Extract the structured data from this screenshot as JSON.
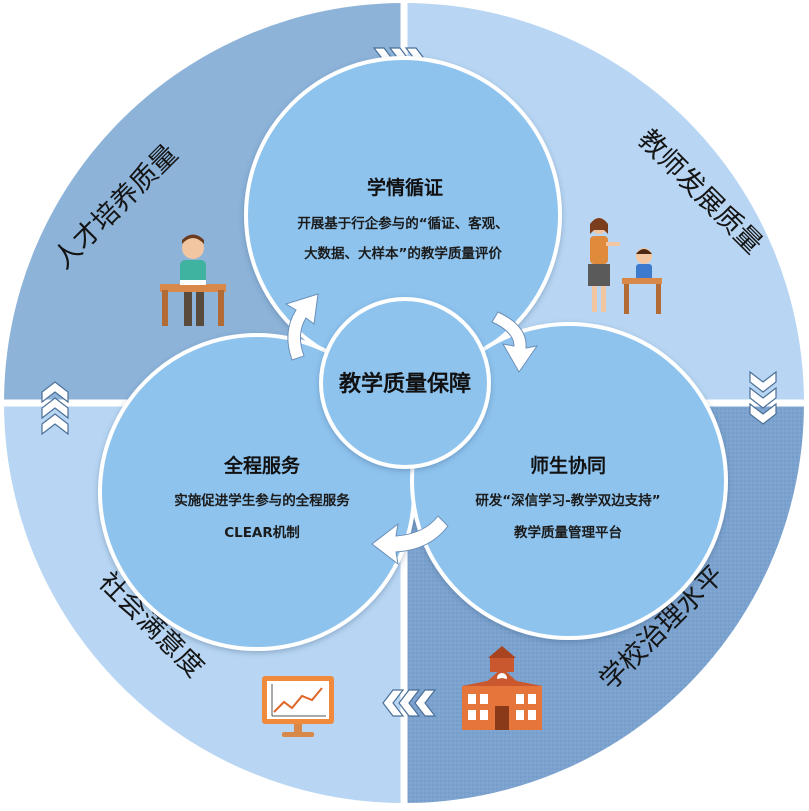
{
  "center": {
    "title": "教学质量保障"
  },
  "circles": {
    "top": {
      "title": "学情循证",
      "lines": [
        "开展基于行企参与的“循证、客观、",
        "大数据、大样本”的教学质量评价"
      ]
    },
    "left": {
      "title": "全程服务",
      "lines": [
        "实施促进学生参与的全程服务",
        "CLEAR机制"
      ]
    },
    "right": {
      "title": "师生协同",
      "lines": [
        "研发“深信学习-教学双边支持”",
        "教学质量管理平台"
      ]
    }
  },
  "quadrants": {
    "top_left": "人才培养质量",
    "top_right": "教师发展质量",
    "bottom_right": "学校治理水平",
    "bottom_left": "社会满意度"
  },
  "icons": {
    "top_left": "student-desk-icon",
    "top_right": "teacher-student-icon",
    "bottom_right": "school-building-icon",
    "bottom_left": "chart-monitor-icon"
  },
  "colors": {
    "quad_top_left": "#8db3d9",
    "quad_top_right": "#b8d6f3",
    "quad_bottom_right": "#7ca3cf",
    "quad_bottom_left": "#b8d6f3",
    "circle_fill": "#8ec3ee",
    "circle_stroke": "#ffffff"
  }
}
